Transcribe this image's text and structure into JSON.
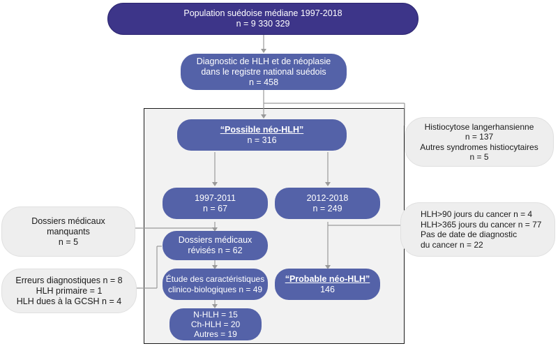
{
  "population": {
    "line1": "Population suédoise médiane 1997-2018",
    "line2": "n = 9 330 329"
  },
  "diagnostic": {
    "line1": "Diagnostic de HLH et de néoplasie",
    "line2": "dans le registre national suédois",
    "line3": "n = 458"
  },
  "possible": {
    "title": "“Possible néo-HLH”",
    "n": "n = 316"
  },
  "histiocytose": {
    "line1": "Histiocytose langerhansienne",
    "line2": "n = 137",
    "line3": "Autres syndromes histiocytaires",
    "line4": "n = 5"
  },
  "period1": {
    "line1": "1997-2011",
    "line2": "n = 67"
  },
  "period2": {
    "line1": "2012-2018",
    "line2": "n = 249"
  },
  "dossiers_manquants": {
    "line1": "Dossiers médicaux",
    "line2": "manquants",
    "line3": "n = 5"
  },
  "dossiers_revises": {
    "line1": "Dossiers médicaux",
    "line2": "révisés n = 62"
  },
  "exclusions_2012": {
    "line1": "HLH>90 jours du cancer n = 4",
    "line2": "HLH>365 jours du cancer n = 77",
    "line3": "Pas de date de diagnostic",
    "line4": "du cancer n = 22"
  },
  "erreurs": {
    "line1": "Erreurs diagnostiques n = 8",
    "line2": "HLH primaire = 1",
    "line3": "HLH dues à la GCSH n = 4"
  },
  "etude": {
    "line1": "Étude des caractéristiques",
    "line2": "clinico-biologiques n = 49"
  },
  "probable": {
    "title": "“Probable néo-HLH”",
    "n": "146"
  },
  "results": {
    "line1": "N-HLH = 15",
    "line2": "Ch-HLH = 20",
    "line3": "Autres = 19"
  }
}
